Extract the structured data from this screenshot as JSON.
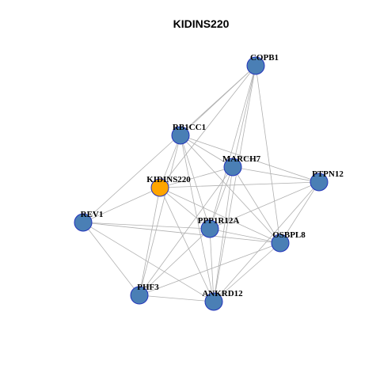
{
  "title": "KIDINS220",
  "colors": {
    "node_default": "#4a7fb5",
    "node_highlight": "#ffa500",
    "node_border": "#2233bb",
    "edge": "#b0b0b0"
  },
  "nodes": [
    {
      "id": "COPB1",
      "label": "COPB1",
      "highlight": false
    },
    {
      "id": "RB1CC1",
      "label": "RB1CC1",
      "highlight": false
    },
    {
      "id": "MARCH7",
      "label": "MARCH7",
      "highlight": false
    },
    {
      "id": "KIDINS220",
      "label": "KIDINS220",
      "highlight": true
    },
    {
      "id": "PTPN12",
      "label": "PTPN12",
      "highlight": false
    },
    {
      "id": "REV1",
      "label": "REV1",
      "highlight": false
    },
    {
      "id": "PPP1R12A",
      "label": "PPP1R12A",
      "highlight": false
    },
    {
      "id": "OSBPL8",
      "label": "OSBPL8",
      "highlight": false
    },
    {
      "id": "PHF3",
      "label": "PHF3",
      "highlight": false
    },
    {
      "id": "ANKRD12",
      "label": "ANKRD12",
      "highlight": false
    }
  ],
  "edges": [
    [
      "COPB1",
      "RB1CC1"
    ],
    [
      "COPB1",
      "MARCH7"
    ],
    [
      "COPB1",
      "KIDINS220"
    ],
    [
      "COPB1",
      "PPP1R12A"
    ],
    [
      "COPB1",
      "OSBPL8"
    ],
    [
      "COPB1",
      "ANKRD12"
    ],
    [
      "COPB1",
      "REV1"
    ],
    [
      "RB1CC1",
      "MARCH7"
    ],
    [
      "RB1CC1",
      "KIDINS220"
    ],
    [
      "RB1CC1",
      "PTPN12"
    ],
    [
      "RB1CC1",
      "PPP1R12A"
    ],
    [
      "RB1CC1",
      "OSBPL8"
    ],
    [
      "RB1CC1",
      "PHF3"
    ],
    [
      "RB1CC1",
      "ANKRD12"
    ],
    [
      "MARCH7",
      "KIDINS220"
    ],
    [
      "MARCH7",
      "PTPN12"
    ],
    [
      "MARCH7",
      "PPP1R12A"
    ],
    [
      "MARCH7",
      "OSBPL8"
    ],
    [
      "MARCH7",
      "PHF3"
    ],
    [
      "MARCH7",
      "ANKRD12"
    ],
    [
      "KIDINS220",
      "PTPN12"
    ],
    [
      "KIDINS220",
      "REV1"
    ],
    [
      "KIDINS220",
      "PPP1R12A"
    ],
    [
      "KIDINS220",
      "OSBPL8"
    ],
    [
      "KIDINS220",
      "PHF3"
    ],
    [
      "KIDINS220",
      "ANKRD12"
    ],
    [
      "PTPN12",
      "PPP1R12A"
    ],
    [
      "PTPN12",
      "OSBPL8"
    ],
    [
      "PTPN12",
      "ANKRD12"
    ],
    [
      "REV1",
      "PPP1R12A"
    ],
    [
      "REV1",
      "PHF3"
    ],
    [
      "REV1",
      "ANKRD12"
    ],
    [
      "REV1",
      "OSBPL8"
    ],
    [
      "PPP1R12A",
      "OSBPL8"
    ],
    [
      "PPP1R12A",
      "PHF3"
    ],
    [
      "PPP1R12A",
      "ANKRD12"
    ],
    [
      "OSBPL8",
      "PHF3"
    ],
    [
      "OSBPL8",
      "ANKRD12"
    ],
    [
      "PHF3",
      "ANKRD12"
    ]
  ]
}
